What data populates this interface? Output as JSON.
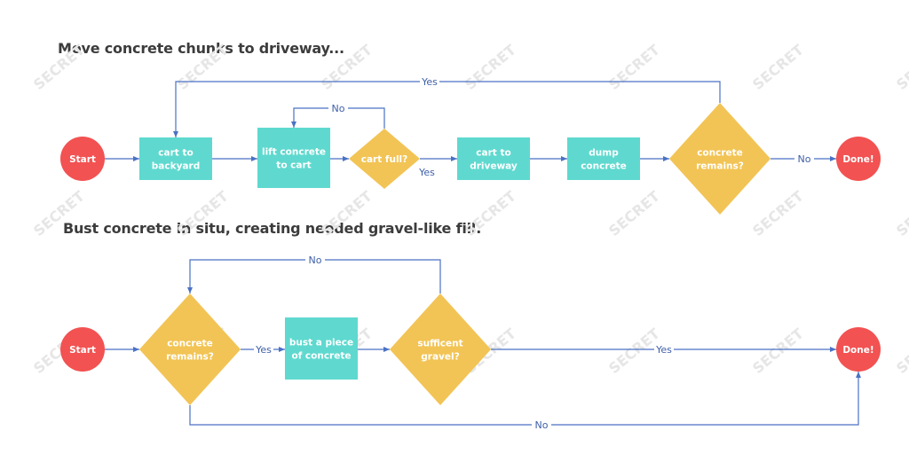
{
  "watermark": "SECRET",
  "colors": {
    "terminal": "#f25252",
    "process": "#5fd9cf",
    "decision": "#f2c455",
    "edge": "#4a72c4",
    "edge_label": "#3e5fa8",
    "node_text": "#ffffff",
    "title_text": "#3c3c3c"
  },
  "flowcharts": [
    {
      "title": "Move concrete chunks to driveway...",
      "nodes": [
        {
          "id": "start1",
          "type": "terminal",
          "lines": [
            "Start"
          ]
        },
        {
          "id": "backyard",
          "type": "process",
          "lines": [
            "cart to",
            "backyard"
          ]
        },
        {
          "id": "lift",
          "type": "process",
          "lines": [
            "lift concrete",
            "to cart"
          ]
        },
        {
          "id": "full",
          "type": "decision",
          "lines": [
            "cart full?"
          ]
        },
        {
          "id": "driveway",
          "type": "process",
          "lines": [
            "cart to",
            "driveway"
          ]
        },
        {
          "id": "dump",
          "type": "process",
          "lines": [
            "dump",
            "concrete"
          ]
        },
        {
          "id": "remains1",
          "type": "decision",
          "lines": [
            "concrete",
            "remains?"
          ]
        },
        {
          "id": "done1",
          "type": "terminal",
          "lines": [
            "Done!"
          ]
        }
      ],
      "edges": [
        {
          "from": "start1",
          "to": "backyard",
          "label": ""
        },
        {
          "from": "backyard",
          "to": "lift",
          "label": ""
        },
        {
          "from": "lift",
          "to": "full",
          "label": ""
        },
        {
          "from": "full",
          "to": "lift",
          "label": "No"
        },
        {
          "from": "full",
          "to": "driveway",
          "label": "Yes"
        },
        {
          "from": "driveway",
          "to": "dump",
          "label": ""
        },
        {
          "from": "dump",
          "to": "remains1",
          "label": ""
        },
        {
          "from": "remains1",
          "to": "backyard",
          "label": "Yes"
        },
        {
          "from": "remains1",
          "to": "done1",
          "label": "No"
        }
      ]
    },
    {
      "title": "Bust concrete in situ, creating needed gravel-like fill.",
      "nodes": [
        {
          "id": "start2",
          "type": "terminal",
          "lines": [
            "Start"
          ]
        },
        {
          "id": "remains2",
          "type": "decision",
          "lines": [
            "concrete",
            "remains?"
          ]
        },
        {
          "id": "bust",
          "type": "process",
          "lines": [
            "bust a piece",
            "of concrete"
          ]
        },
        {
          "id": "gravel",
          "type": "decision",
          "lines": [
            "sufficent",
            "gravel?"
          ]
        },
        {
          "id": "done2",
          "type": "terminal",
          "lines": [
            "Done!"
          ]
        }
      ],
      "edges": [
        {
          "from": "start2",
          "to": "remains2",
          "label": ""
        },
        {
          "from": "remains2",
          "to": "bust",
          "label": "Yes"
        },
        {
          "from": "bust",
          "to": "gravel",
          "label": ""
        },
        {
          "from": "gravel",
          "to": "remains2",
          "label": "No"
        },
        {
          "from": "gravel",
          "to": "done2",
          "label": "Yes"
        },
        {
          "from": "remains2",
          "to": "done2",
          "label": "No"
        }
      ]
    }
  ]
}
